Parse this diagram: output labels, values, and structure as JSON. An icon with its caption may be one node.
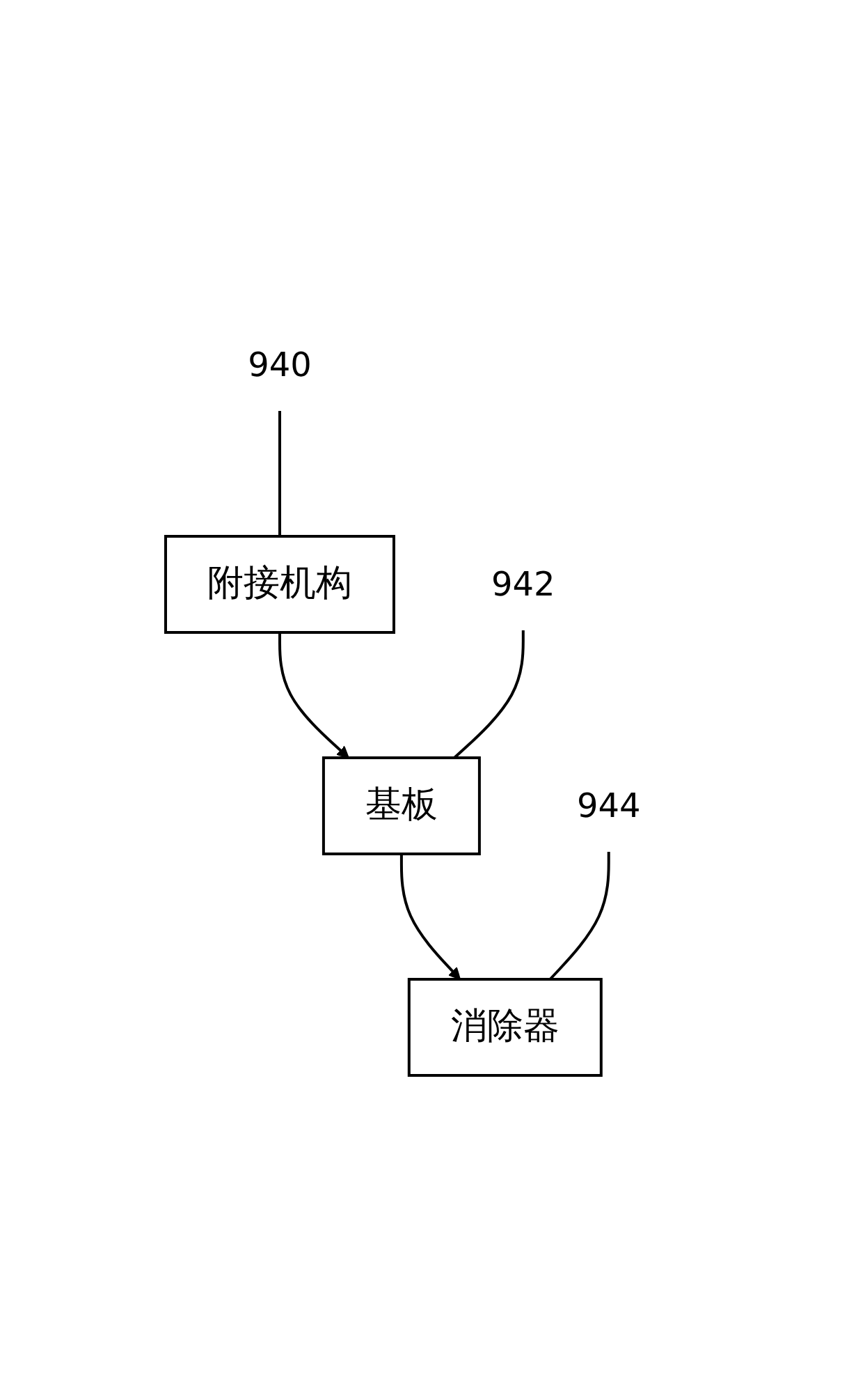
{
  "diagram": {
    "nodes": [
      {
        "text": [
          "940"
        ]
      },
      {
        "text": [
          "附接机构"
        ]
      },
      {
        "text": [
          "942"
        ]
      },
      {
        "text": [
          "基板"
        ]
      },
      {
        "text": [
          "944"
        ]
      },
      {
        "text": [
          "消除器"
        ]
      }
    ],
    "edges": [
      {
        "from": 0,
        "to": 1,
        "arrow": "none"
      },
      {
        "from": 1,
        "to": 3,
        "arrow": "to"
      },
      {
        "from": 2,
        "to": 3,
        "arrow": "none"
      },
      {
        "from": 3,
        "to": 5,
        "arrow": "to"
      },
      {
        "from": 4,
        "to": 5,
        "arrow": "none"
      }
    ]
  }
}
